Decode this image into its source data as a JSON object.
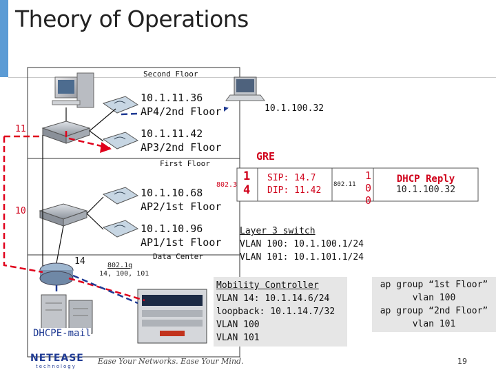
{
  "slide": {
    "title": "Theory of Operations",
    "page_number": "19"
  },
  "floors": {
    "second": "Second Floor",
    "first": "First Floor",
    "datacenter": "Data Center"
  },
  "aps": [
    {
      "ip": "10.1.11.36",
      "name": "AP4/2nd Floor"
    },
    {
      "ip": "10.1.11.42",
      "name": "AP3/2nd Floor"
    },
    {
      "ip": "10.1.10.68",
      "name": "AP2/1st Floor"
    },
    {
      "ip": "10.1.10.96",
      "name": "AP1/1st Floor"
    }
  ],
  "client_ip": "10.1.100.32",
  "vlan_tags": {
    "v11": "11",
    "v10": "10",
    "v14": "14",
    "trunk": "802.1q",
    "trunk_vlans": "14, 100, 101"
  },
  "gre": {
    "label": "GRE",
    "proto": "802.3",
    "seg1_top": "1",
    "seg1_bottom": "4",
    "sip": "SIP: 14.7",
    "dip": "DIP: 11.42",
    "inner_proto": "802.11",
    "seg2_top": "1",
    "seg2_mid": "0",
    "seg2_bottom": "0",
    "reply_title": "DHCP Reply",
    "reply_ip": "10.1.100.32"
  },
  "layer3": {
    "title": "Layer 3 switch",
    "vlan100": "VLAN 100: 10.1.100.1/24",
    "vlan101": "VLAN 101: 10.1.101.1/24"
  },
  "mobility": {
    "title": "Mobility Controller",
    "lines": [
      "VLAN 14: 10.1.14.6/24",
      "loopback: 10.1.14.7/32",
      "VLAN 100",
      "VLAN 101"
    ]
  },
  "apgroups": {
    "lines": [
      "ap group “1st Floor”",
      "vlan 100",
      "ap group “2nd Floor”",
      "vlan 101"
    ]
  },
  "dhcp_server": "DHCPE-mail",
  "footer": {
    "logo": "NETEASE",
    "logo_sub": "technology",
    "slogan": "Ease Your Networks. Ease Your Mind."
  },
  "colors": {
    "accent_blue": "#5b9bd5",
    "link_red": "#e0001b",
    "link_blue": "#1f3a93"
  }
}
